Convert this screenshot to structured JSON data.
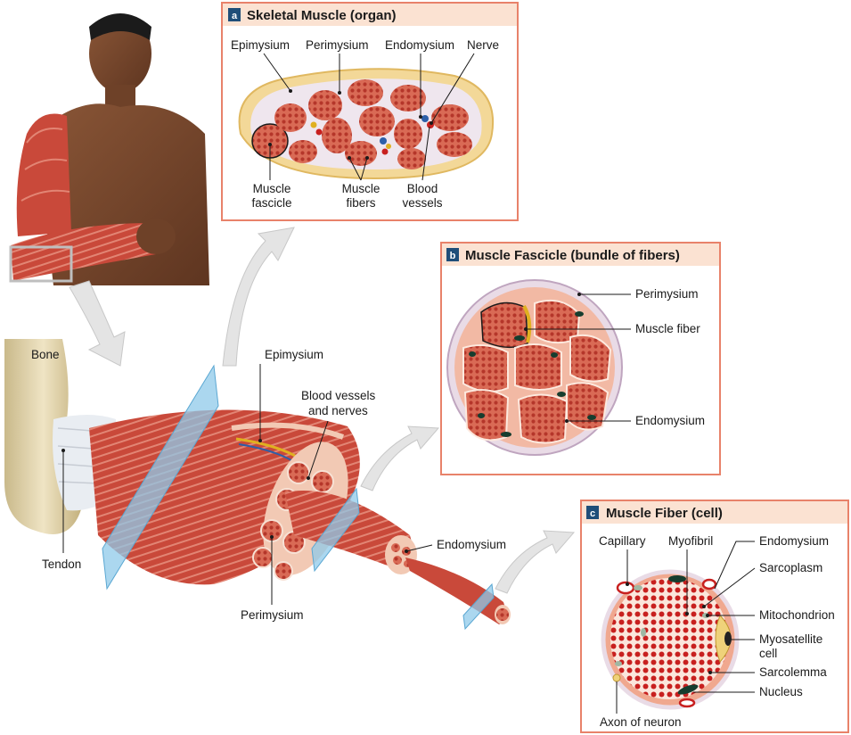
{
  "panels": {
    "a": {
      "badge": "a",
      "title": "Skeletal Muscle (organ)"
    },
    "b": {
      "badge": "b",
      "title": "Muscle Fascicle (bundle of fibers)"
    },
    "c": {
      "badge": "c",
      "title": "Muscle Fiber (cell)"
    }
  },
  "labels_a": {
    "epimysium": "Epimysium",
    "perimysium": "Perimysium",
    "endomysium": "Endomysium",
    "nerve": "Nerve",
    "fascicle_1": "Muscle",
    "fascicle_2": "fascicle",
    "fibers_1": "Muscle",
    "fibers_2": "fibers",
    "vessels_1": "Blood",
    "vessels_2": "vessels"
  },
  "labels_b": {
    "perimysium": "Perimysium",
    "muscle_fiber": "Muscle fiber",
    "endomysium": "Endomysium"
  },
  "labels_c": {
    "capillary": "Capillary",
    "myofibril": "Myofibril",
    "endomysium": "Endomysium",
    "sarcoplasm": "Sarcoplasm",
    "mitochondrion": "Mitochondrion",
    "myosatellite_1": "Myosatellite",
    "myosatellite_2": "cell",
    "sarcolemma": "Sarcolemma",
    "nucleus": "Nucleus",
    "axon": "Axon of neuron"
  },
  "labels_main": {
    "bone": "Bone",
    "tendon": "Tendon",
    "epimysium": "Epimysium",
    "vessels_nerves_1": "Blood vessels",
    "vessels_nerves_2": "and nerves",
    "endomysium": "Endomysium",
    "perimysium": "Perimysium"
  },
  "colors": {
    "panel_border": "#e8826a",
    "panel_fill": "#ffffff",
    "title_bar": "#fbe2d2",
    "badge": "#1f4e79",
    "muscle": "#c9493a",
    "muscle_light": "#e7897a",
    "fascia": "#f2c9b4",
    "connective": "#efe6ee",
    "bone": "#ddd0a8",
    "skin": "#7a4a2e",
    "plane": "#8fc9ea",
    "arrow": "#dedede"
  }
}
